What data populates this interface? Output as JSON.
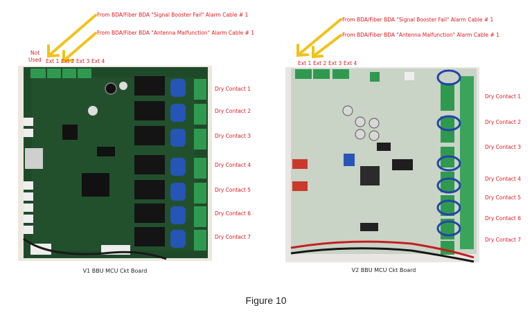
{
  "left_board": {
    "callout_signal_fail": "From BDA/Fiber BDA \"Signal Booster Fail\" Alarm Cable # 1",
    "callout_antenna": "From BDA/Fiber BDA \"Antenna Malfunction\" Alarm Cable # 1",
    "not_used": [
      "Not",
      "Used"
    ],
    "ext_labels": [
      "Ext 1",
      "Ext 2",
      "Ext 3",
      "Ext 4"
    ],
    "dry_contacts": [
      "Dry Contact 1",
      "Dry Contact 2",
      "Dry Contact 3",
      "Dry Contact 4",
      "Dry Contact 5",
      "Dry Contact 6",
      "Dry Contact 7"
    ],
    "caption": "V1 BBU MCU Ckt Board"
  },
  "right_board": {
    "callout_signal_fail": "From BDA/Fiber BDA \"Signal Booster Fail\" Alarm Cable # 1",
    "callout_antenna": "From BDA/Fiber BDA \"Antenna Malfunction\" Alarm Cable # 1",
    "ext_labels": [
      "Ext 1",
      "Ext 2",
      "Ext 3",
      "Ext 4"
    ],
    "dry_contacts": [
      "Dry Contact 1",
      "Dry Contact 2",
      "Dry Contact 3",
      "Dry Contact 4",
      "Dry Contact 5",
      "Dry Contact 6",
      "Dry Contact 7"
    ],
    "caption": "V2 BBU MCU Ckt Board"
  },
  "figure_caption": "Figure 10",
  "colors": {
    "label_red": "#e0181f",
    "arrow_yellow": "#f2c21a",
    "v1_pcb": "#1f4a2a",
    "v2_pcb": "#c9d3c6"
  }
}
